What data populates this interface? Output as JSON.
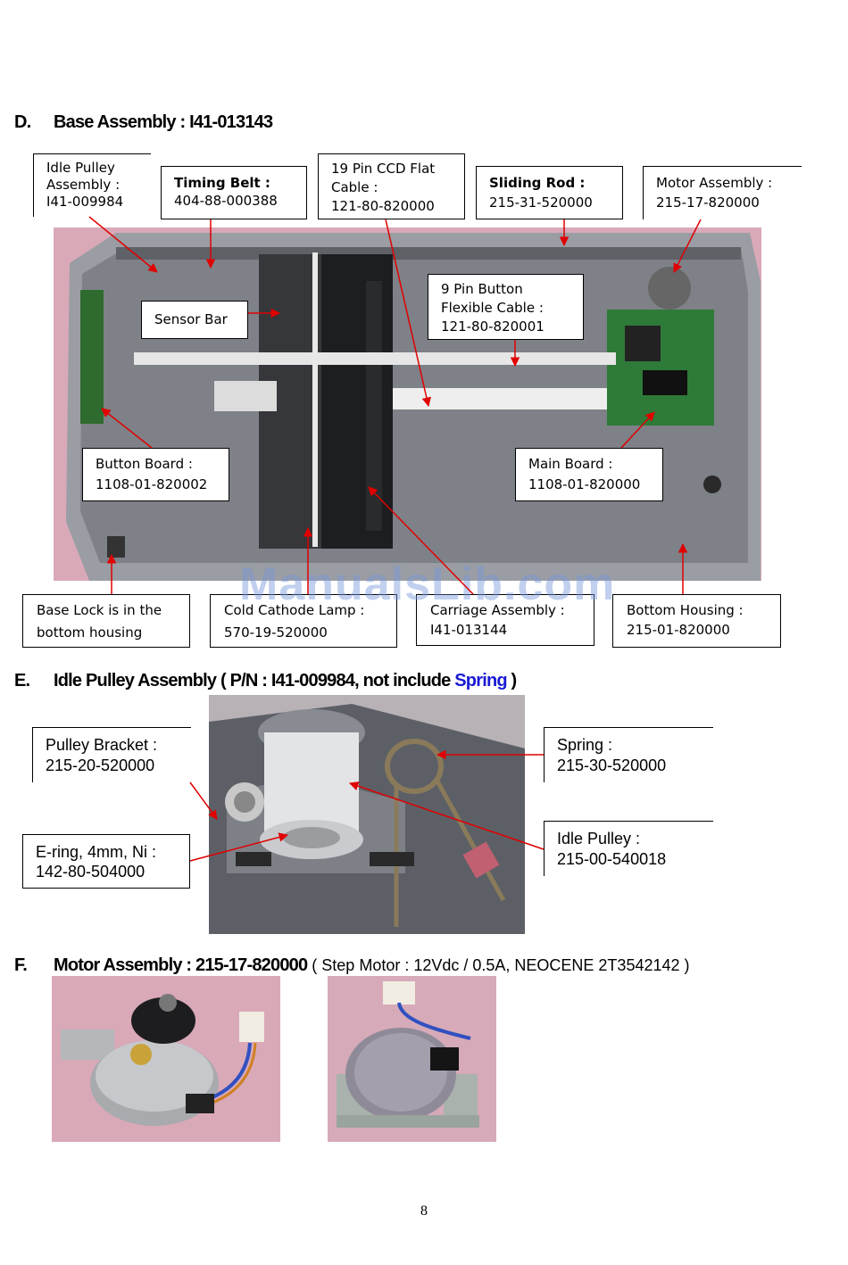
{
  "sections": {
    "d": {
      "letter": "D.",
      "title": "Base Assembly : I41-013143"
    },
    "e": {
      "letter": "E.",
      "title_prefix": "Idle Pulley Assembly ( P/N : I41-009984, not include ",
      "title_highlight": "Spring",
      "title_suffix": " )"
    },
    "f": {
      "letter": "F.",
      "title": "Motor Assembly : 215-17-820000",
      "title_note": " ( Step Motor : 12Vdc / 0.5A, NEOCENE 2T3542142 )"
    }
  },
  "base_labels": {
    "idle_pulley": {
      "line1": "Idle Pulley",
      "line2": "Assembly :",
      "line3": "I41-009984"
    },
    "timing_belt": {
      "name": "Timing Belt :",
      "pn": "404-88-000388"
    },
    "ccd_cable": {
      "line1": "19 Pin CCD Flat",
      "line2": "Cable :",
      "line3": "121-80-820000"
    },
    "sliding_rod": {
      "name": "Sliding Rod :",
      "pn": "215-31-520000"
    },
    "motor_assembly": {
      "name": "Motor Assembly :",
      "pn": "215-17-820000"
    },
    "button_cable": {
      "line1": "9 Pin Button",
      "line2": "Flexible Cable :",
      "line3": "121-80-820001"
    },
    "sensor_bar": {
      "name": "Sensor Bar"
    },
    "button_board": {
      "name": "Button Board :",
      "pn": "1108-01-820002"
    },
    "main_board": {
      "name": "Main Board :",
      "pn": "1108-01-820000"
    },
    "base_lock": {
      "line1": "Base Lock is in the",
      "line2": "bottom housing"
    },
    "lamp": {
      "name": "Cold Cathode Lamp :",
      "pn": "570-19-520000"
    },
    "carriage": {
      "name": "Carriage Assembly :",
      "pn": "I41-013144"
    },
    "bottom_housing": {
      "name": "Bottom Housing :",
      "pn": "215-01-820000"
    }
  },
  "pulley_labels": {
    "bracket": {
      "name": "Pulley Bracket :",
      "pn": "215-20-520000"
    },
    "ering": {
      "name": "E-ring, 4mm, Ni :",
      "pn": "142-80-504000"
    },
    "spring": {
      "name": "Spring :",
      "pn": "215-30-520000"
    },
    "idle_pulley": {
      "name": "Idle Pulley :",
      "pn": "215-00-540018"
    }
  },
  "watermark": "ManualsLib.com",
  "page_number": "8",
  "colors": {
    "arrow": "#e00000",
    "highlight": "#1a1ad6",
    "photo_bg": "#d9a9b8",
    "housing": "#8c8f94"
  }
}
